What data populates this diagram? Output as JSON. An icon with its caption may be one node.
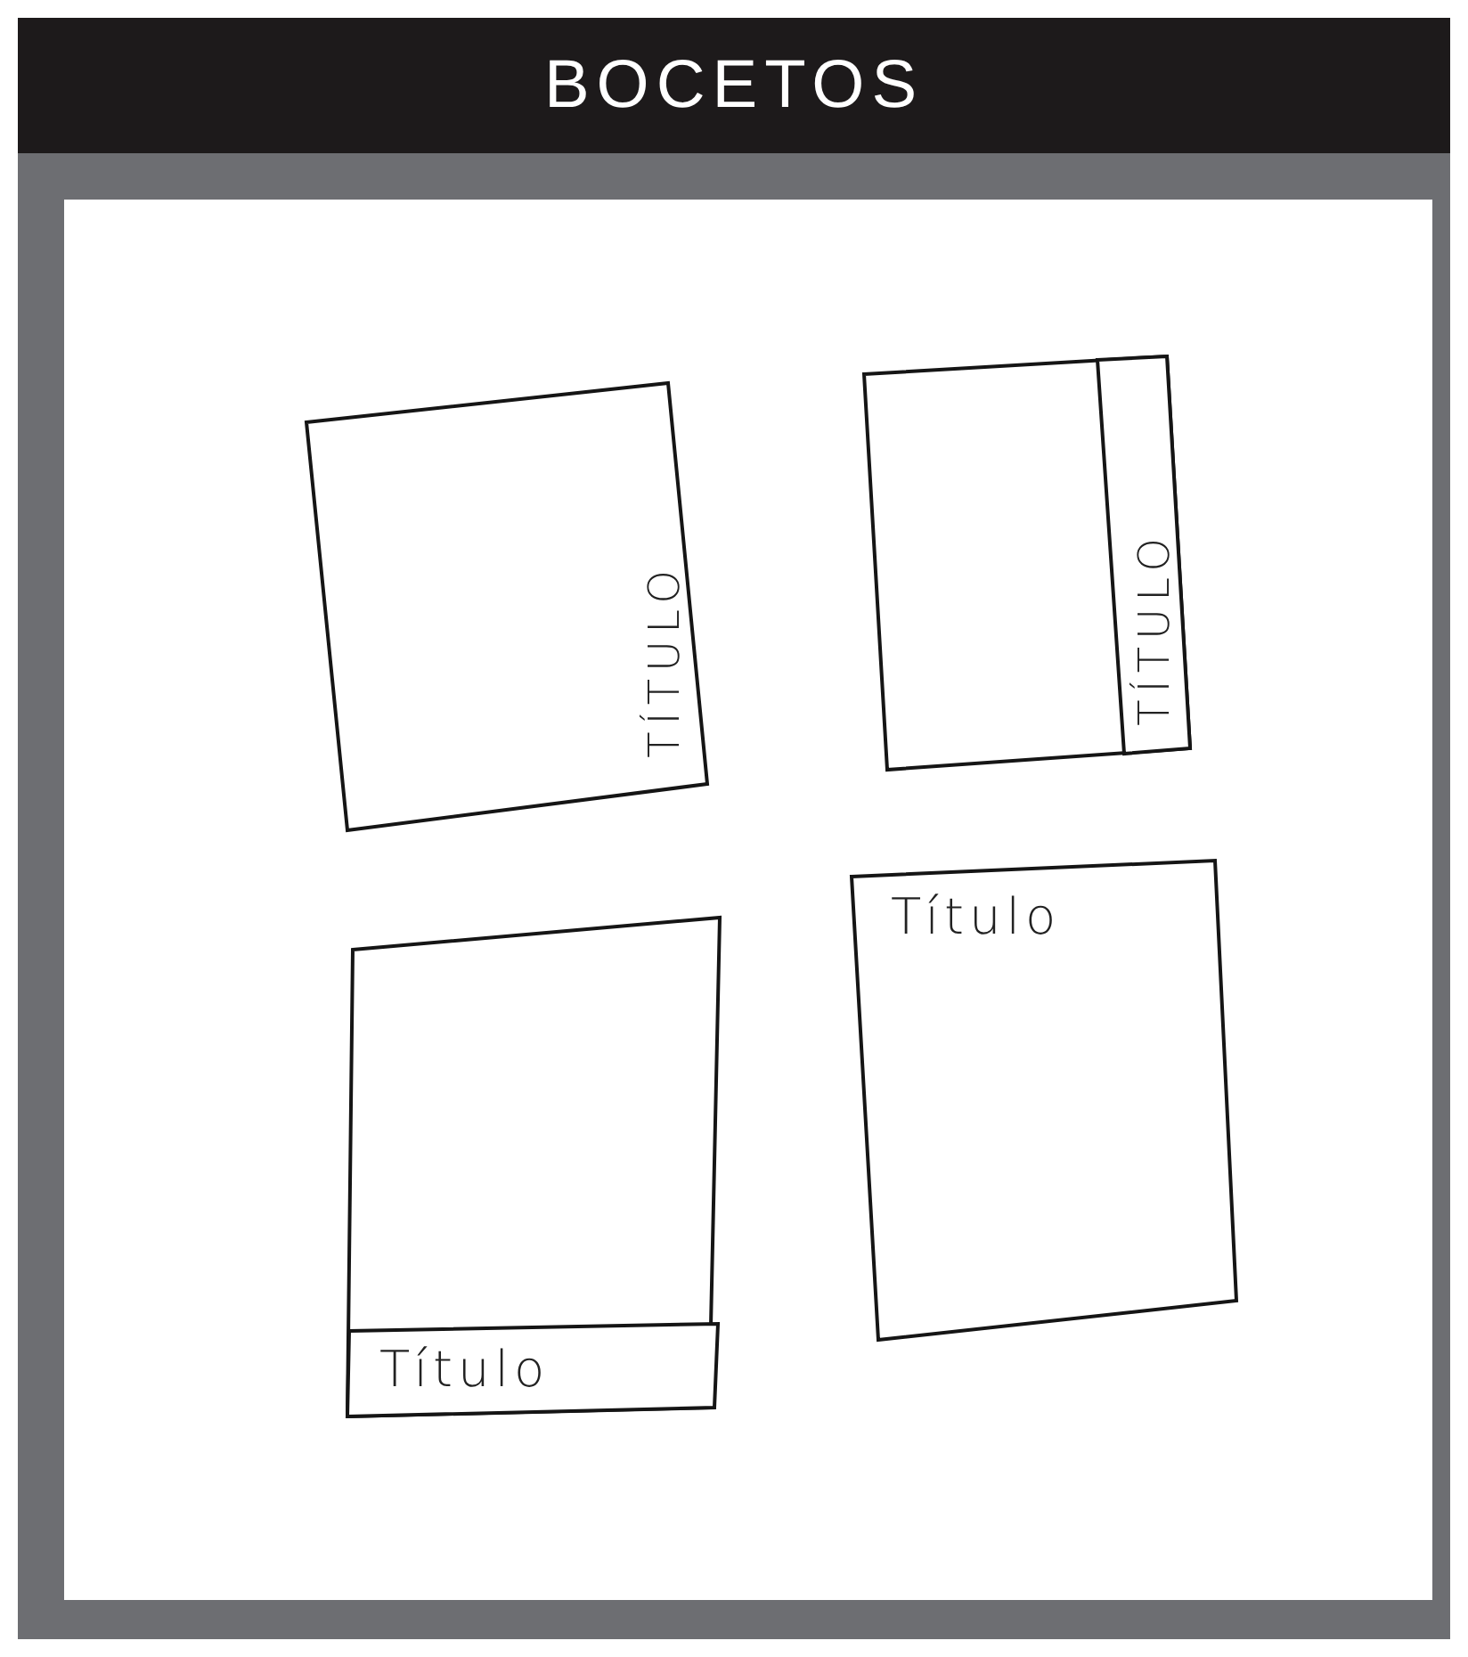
{
  "diagram": {
    "title": "BOCETOS",
    "nodes": [
      {
        "text": [
          "TÍTULO"
        ]
      },
      {
        "text": [],
        "shape": "box"
      },
      {
        "text": [
          "TÍTULO"
        ],
        "in": 1
      },
      {
        "text": [],
        "shape": "box"
      },
      {
        "text": [
          "Título"
        ],
        "in": 3
      },
      {
        "text": [
          "Título"
        ]
      }
    ]
  }
}
